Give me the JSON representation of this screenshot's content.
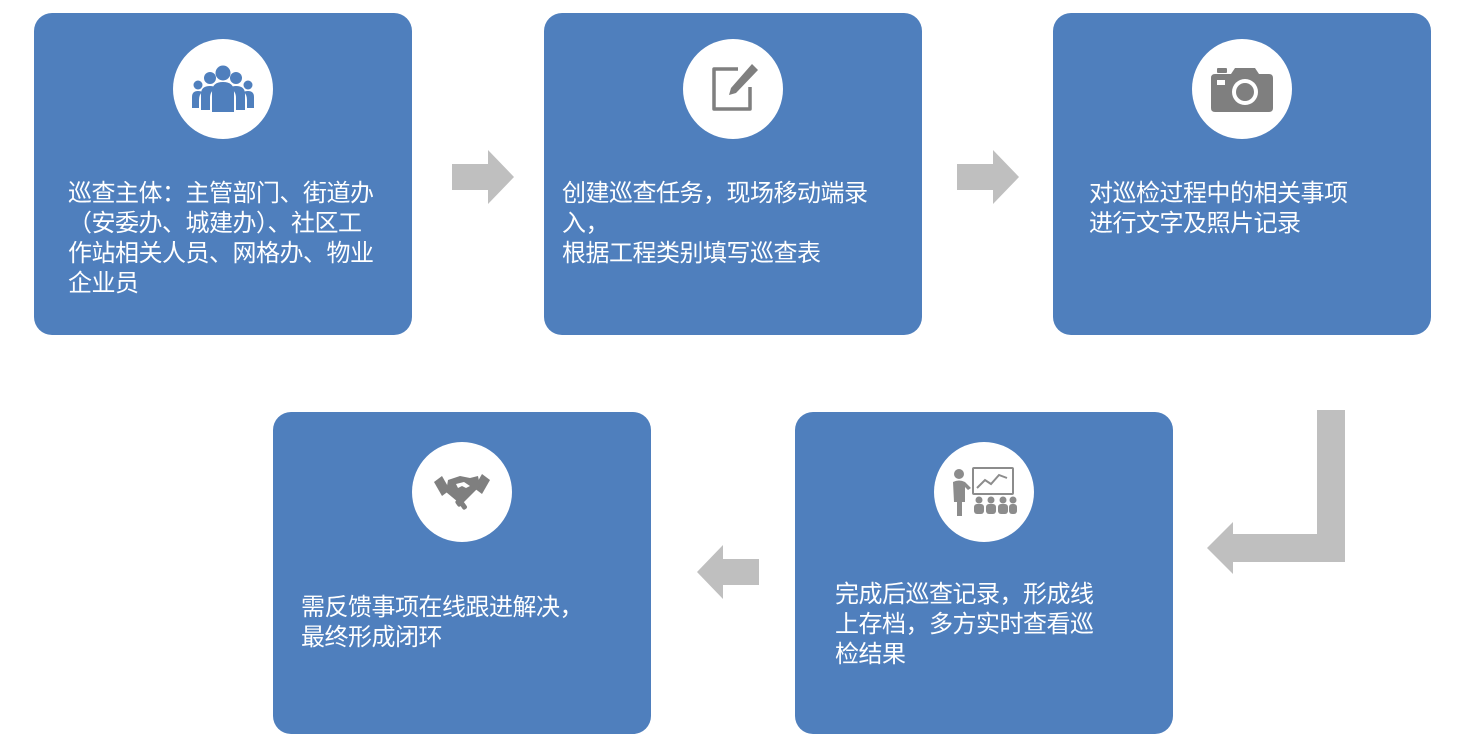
{
  "steps": [
    {
      "id": "step1",
      "icon": "team-icon",
      "text": "巡查主体：主管部门、街道办\n（安委办、城建办）、社区工\n作站相关人员、网格办、物业\n企业员"
    },
    {
      "id": "step2",
      "icon": "edit-icon",
      "text": "创建巡查任务，现场移动端录\n入，\n根据工程类别填写巡查表"
    },
    {
      "id": "step3",
      "icon": "camera-icon",
      "text": "对巡检过程中的相关事项\n进行文字及照片记录"
    },
    {
      "id": "step4",
      "icon": "presentation-icon",
      "text": "完成后巡查记录，形成线\n上存档，多方实时查看巡\n检结果"
    },
    {
      "id": "step5",
      "icon": "handshake-icon",
      "text": "需反馈事项在线跟进解决，\n最终形成闭环"
    }
  ],
  "colors": {
    "box": "#4f7fbd",
    "arrow": "#bfbfbf",
    "icon_blue": "#4f7fbd",
    "icon_gray": "#7f7f7f"
  }
}
